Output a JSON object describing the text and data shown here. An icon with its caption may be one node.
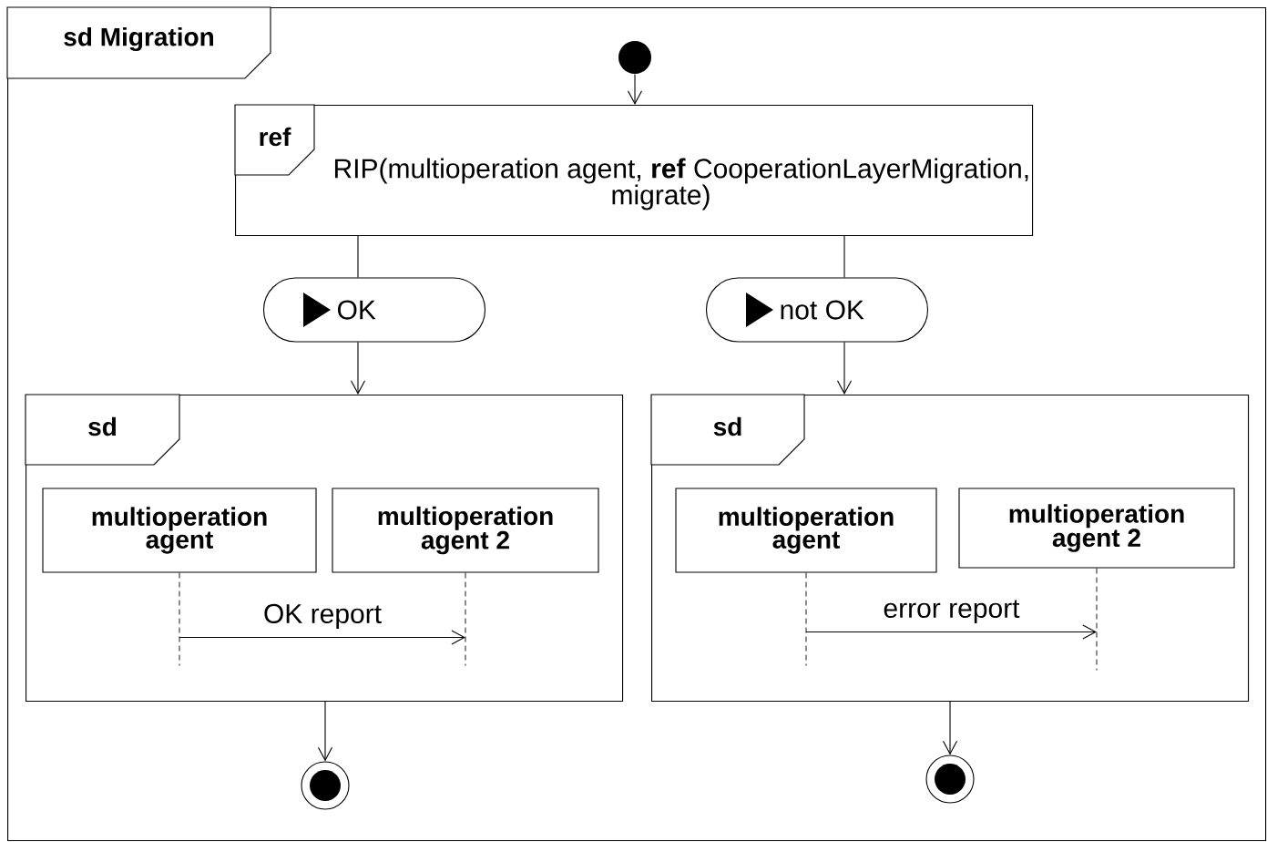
{
  "diagram": {
    "nodes": [
      {
        "text": [
          "sd Migration"
        ]
      },
      {
        "text": [],
        "shape": "circle",
        "in": 0
      },
      {
        "text": [
          "ref",
          "RIP(multioperation agent, **ref** CooperationLayerMigration, migrate)"
        ],
        "in": 0
      },
      {
        "text": [
          "OK"
        ],
        "in": 0
      },
      {
        "text": [
          "not OK"
        ],
        "in": 0
      },
      {
        "text": [
          "sd"
        ],
        "in": 0
      },
      {
        "text": [
          "multioperation agent"
        ],
        "in": 5
      },
      {
        "text": [
          "multioperation agent 2"
        ],
        "in": 5
      },
      {
        "text": [
          "sd"
        ],
        "in": 0
      },
      {
        "text": [
          "multioperation agent"
        ],
        "in": 8
      },
      {
        "text": [
          "multioperation agent 2"
        ],
        "in": 8
      },
      {
        "text": [],
        "shape": "circle",
        "in": 0
      },
      {
        "text": [],
        "shape": "circle",
        "in": 0
      }
    ],
    "edges": [
      {
        "from": 1,
        "to": 2,
        "arrow": "to"
      },
      {
        "from": 2,
        "to": 3,
        "arrow": "none"
      },
      {
        "from": 2,
        "to": 4,
        "arrow": "none"
      },
      {
        "from": 3,
        "to": 5,
        "arrow": "to"
      },
      {
        "from": 4,
        "to": 8,
        "arrow": "to"
      },
      {
        "from": 6,
        "to": 7,
        "arrow": "to",
        "label": "OK report"
      },
      {
        "from": 9,
        "to": 10,
        "arrow": "to",
        "label": "error report"
      },
      {
        "from": 5,
        "to": 11,
        "arrow": "to"
      },
      {
        "from": 8,
        "to": 12,
        "arrow": "to"
      }
    ]
  }
}
